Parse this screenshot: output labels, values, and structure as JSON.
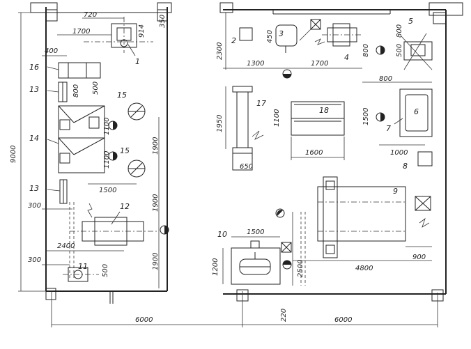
{
  "dimensions": {
    "d720": "720",
    "d1700_left": "1700",
    "d914": "914",
    "d350": "350",
    "d400": "400",
    "d800_left": "800",
    "d500_left": "500",
    "d1100_a": "1100",
    "d1100_b": "1100",
    "d1900_a": "1900",
    "d1900_b": "1900",
    "d1900_c": "1900",
    "d1500_left": "1500",
    "d300_a": "300",
    "d2400": "2400",
    "d300_b": "300",
    "d500_bottom": "500",
    "d9000": "9000",
    "d6000_left": "6000",
    "d2300": "2300",
    "d450": "450",
    "d1300": "1300",
    "d1700_right": "1700",
    "d800_mid": "800",
    "d800_top": "800",
    "d500_right": "500",
    "d800_under": "800",
    "d1950": "1950",
    "d1100_right": "1100",
    "d1500_right_v": "1500",
    "d1600": "1600",
    "d650": "650",
    "d1000": "1000",
    "d1500_bottom": "1500",
    "d1200": "1200",
    "d2500": "2500",
    "d4800": "4800",
    "d900": "900",
    "d220": "220",
    "d6000_right": "6000"
  },
  "labels": {
    "n1": "1",
    "n2": "2",
    "n3": "3",
    "n4": "4",
    "n5": "5",
    "n6": "6",
    "n7": "7",
    "n8": "8",
    "n9": "9",
    "n10": "10",
    "n11": "11",
    "n12": "12",
    "n13a": "13",
    "n13b": "13",
    "n14": "14",
    "n15a": "15",
    "n15b": "15",
    "n16": "16",
    "n17": "17",
    "n18": "18"
  }
}
